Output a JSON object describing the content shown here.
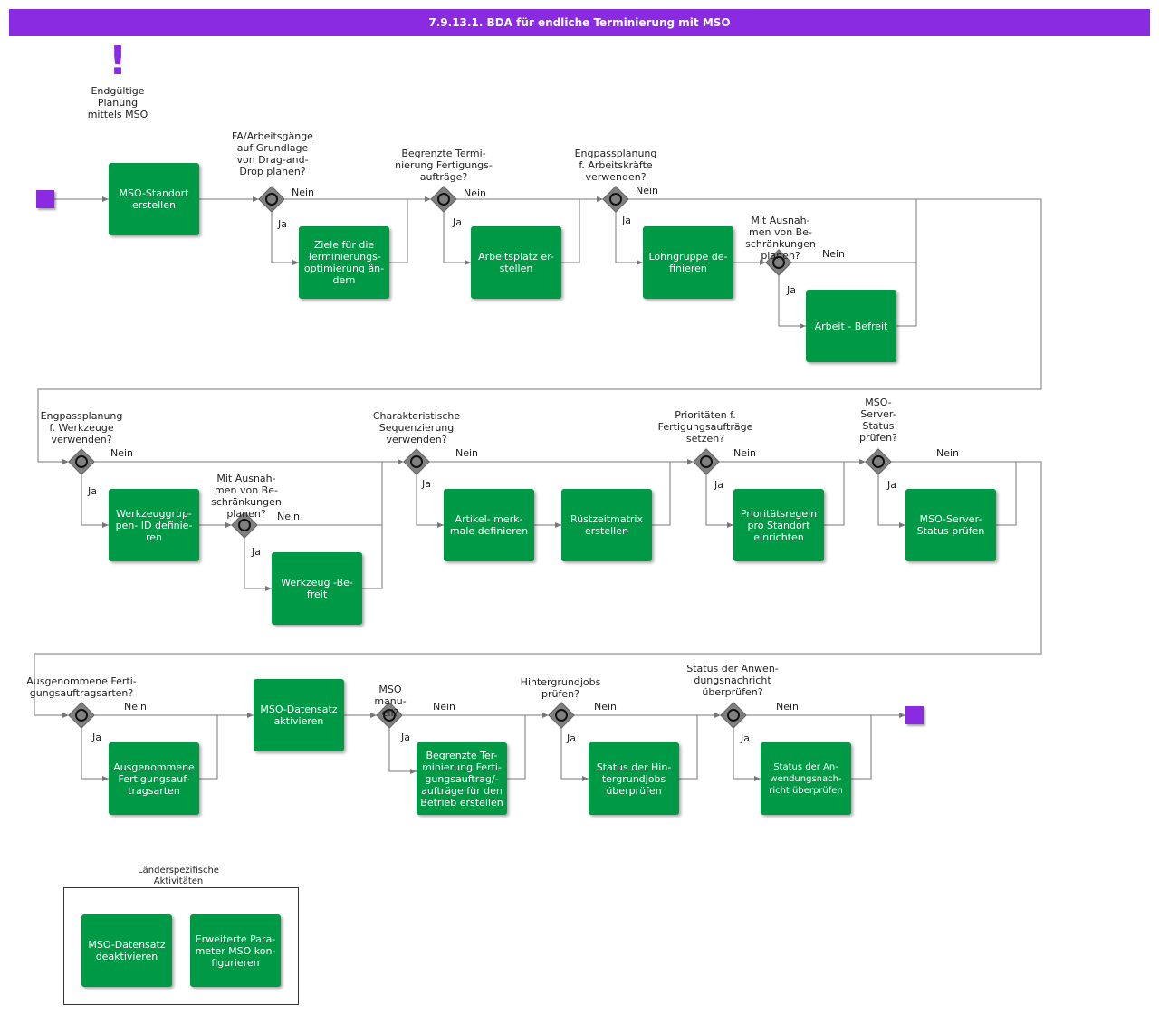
{
  "title": "7.9.13.1. BDA für endliche Terminierung mit MSO",
  "annotation": "Endgültige\nPlanung\nmittels MSO",
  "group_label": "Länderspezifische\nAktivitäten",
  "colors": {
    "header": "#8a2be2",
    "task": "#009a46",
    "gateway": "#808080",
    "event": "#8a2be2"
  },
  "tasks": [
    "MSO-Standort\nerstellen",
    "Ziele für die\nTerminierungs-\noptimierung  än-\ndern",
    "Arbeitsplatz er-\nstellen",
    "Lohngruppe de-\nfinieren",
    "Arbeit - Befreit",
    "Werkzeuggrup-\npen- ID definie-\nren",
    "Werkzeug -Be-\nfreit",
    "Artikel- merk-\nmale definieren",
    "Rüstzeitmatrix\nerstellen",
    "Prioritätsregeln\npro Standort\neinrichten",
    "MSO-Server-\nStatus prüfen",
    "Ausgenommene\nFertigungsauf-\ntragsarten",
    "MSO-Datensatz\naktivieren",
    "Begrenzte  Ter-\nminierung  Ferti-\ngungsauftrag/-\naufträge für den\nBetrieb erstellen",
    "Status der Hin-\ntergrundjobs\nüberprüfen",
    "Status der   An-\nwendungsnach-\nricht   überprüfen",
    "MSO-Datensatz\ndeaktivieren",
    "Erweiterte Para-\nmeter MSO kon-\nfigurieren"
  ],
  "gateways": [
    "FA/Arbeitsgänge\nauf Grundlage\nvon Drag-and-\nDrop planen?",
    "Begrenzte   Termi-\nnierung  Fertigungs-\naufträge?",
    "Engpassplanung\nf.   Arbeitskräfte\nverwenden?",
    "Mit Ausnah-\nmen von Be-\nschränkungen\nplanen?",
    "Engpassplanung\nf. Werkzeuge\nverwenden?",
    "Mit Ausnah-\nmen von Be-\nschränkungen\nplanen?",
    "Charakteristische\nSequenzierung\nverwenden?",
    "Prioritäten    f.\nFertigungsaufträge\nsetzen?",
    "MSO-\nServer-\nStatus\nprüfen?",
    "Ausgenommene  Ferti-\ngungsauftragsarten?",
    "MSO\nmanu-\nell?",
    "Hintergrundjobs\nprüfen?",
    "Status der    Anwen-\ndungsnachricht\nüberprüfen?"
  ],
  "branch_labels": {
    "yes": "Ja",
    "no": "Nein"
  }
}
